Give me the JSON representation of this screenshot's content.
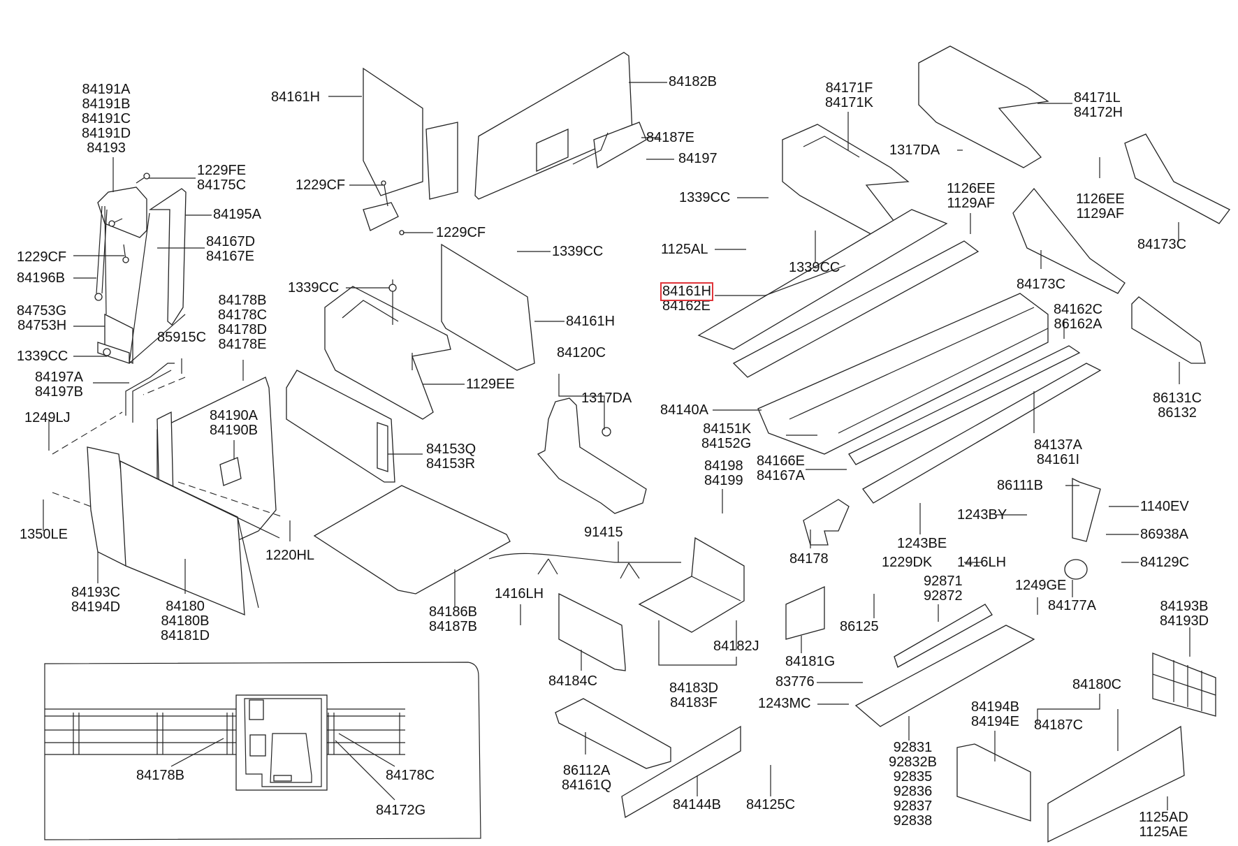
{
  "diagram": {
    "title": "Floor / tunnel & console parts exploded view",
    "highlight_color": "#e0343a",
    "highlighted_part": "84161H",
    "callouts": [
      {
        "id": "c1",
        "lines": [
          "84191A",
          "84191B",
          "84191C",
          "84191D",
          "84193"
        ]
      },
      {
        "id": "c2",
        "lines": [
          "1229FE",
          "84175C"
        ]
      },
      {
        "id": "c3",
        "lines": [
          "84195A"
        ]
      },
      {
        "id": "c4",
        "lines": [
          "84167D",
          "84167E"
        ]
      },
      {
        "id": "c5",
        "lines": [
          "1229CF"
        ]
      },
      {
        "id": "c6",
        "lines": [
          "84196B"
        ]
      },
      {
        "id": "c7",
        "lines": [
          "84753G",
          "84753H"
        ]
      },
      {
        "id": "c8",
        "lines": [
          "1339CC"
        ]
      },
      {
        "id": "c9",
        "lines": [
          "85915C"
        ]
      },
      {
        "id": "c10",
        "lines": [
          "84178B",
          "84178C",
          "84178D",
          "84178E"
        ]
      },
      {
        "id": "c11",
        "lines": [
          "84197A",
          "84197B"
        ]
      },
      {
        "id": "c12",
        "lines": [
          "1249LJ"
        ]
      },
      {
        "id": "c13",
        "lines": [
          "84190A",
          "84190B"
        ]
      },
      {
        "id": "c14",
        "lines": [
          "1350LE"
        ]
      },
      {
        "id": "c15",
        "lines": [
          "1220HL"
        ]
      },
      {
        "id": "c16",
        "lines": [
          "84193C",
          "84194D"
        ]
      },
      {
        "id": "c17",
        "lines": [
          "84180",
          "84180B",
          "84181D"
        ]
      },
      {
        "id": "c18",
        "lines": [
          "84161H"
        ]
      },
      {
        "id": "c19",
        "lines": [
          "84182B"
        ]
      },
      {
        "id": "c20",
        "lines": [
          "84187E"
        ]
      },
      {
        "id": "c21",
        "lines": [
          "84197"
        ]
      },
      {
        "id": "c22",
        "lines": [
          "1229CF"
        ]
      },
      {
        "id": "c23",
        "lines": [
          "1229CF"
        ]
      },
      {
        "id": "c24",
        "lines": [
          "1339CC"
        ]
      },
      {
        "id": "c25",
        "lines": [
          "1339CC"
        ]
      },
      {
        "id": "c26",
        "lines": [
          "84161H"
        ]
      },
      {
        "id": "c27",
        "lines": [
          "1129EE"
        ]
      },
      {
        "id": "c28",
        "lines": [
          "84120C"
        ]
      },
      {
        "id": "c29",
        "lines": [
          "1317DA"
        ]
      },
      {
        "id": "c30",
        "lines": [
          "84153Q",
          "84153R"
        ]
      },
      {
        "id": "c31",
        "lines": [
          "84186B",
          "84187B"
        ]
      },
      {
        "id": "c32",
        "lines": [
          "91415"
        ]
      },
      {
        "id": "c33",
        "lines": [
          "1416LH"
        ]
      },
      {
        "id": "c34",
        "lines": [
          "84184C"
        ]
      },
      {
        "id": "c35",
        "lines": [
          "84182J"
        ]
      },
      {
        "id": "c36",
        "lines": [
          "84183D",
          "84183F"
        ]
      },
      {
        "id": "c37",
        "lines": [
          "86112A",
          "84161Q"
        ]
      },
      {
        "id": "c38",
        "lines": [
          "84144B"
        ]
      },
      {
        "id": "c39",
        "lines": [
          "84125C"
        ]
      },
      {
        "id": "c40",
        "lines": [
          "84171F",
          "84171K"
        ]
      },
      {
        "id": "c41",
        "lines": [
          "1317DA"
        ]
      },
      {
        "id": "c42",
        "lines": [
          "84171L",
          "84172H"
        ]
      },
      {
        "id": "c43",
        "lines": [
          "1339CC"
        ]
      },
      {
        "id": "c44",
        "lines": [
          "1126EE",
          "1129AF"
        ]
      },
      {
        "id": "c45",
        "lines": [
          "1126EE",
          "1129AF"
        ]
      },
      {
        "id": "c46",
        "lines": [
          "1125AL"
        ]
      },
      {
        "id": "c47",
        "lines": [
          "1339CC"
        ]
      },
      {
        "id": "c48",
        "lines": [
          "84161H",
          "84162E"
        ]
      },
      {
        "id": "c49",
        "lines": [
          "84173C"
        ]
      },
      {
        "id": "c50",
        "lines": [
          "84173C"
        ]
      },
      {
        "id": "c51",
        "lines": [
          "84162C",
          "86162A"
        ]
      },
      {
        "id": "c52",
        "lines": [
          "86131C",
          "86132"
        ]
      },
      {
        "id": "c53",
        "lines": [
          "84140A"
        ]
      },
      {
        "id": "c54",
        "lines": [
          "84151K",
          "84152G"
        ]
      },
      {
        "id": "c55",
        "lines": [
          "84198",
          "84199"
        ]
      },
      {
        "id": "c56",
        "lines": [
          "84166E",
          "84167A"
        ]
      },
      {
        "id": "c57",
        "lines": [
          "84137A",
          "84161I"
        ]
      },
      {
        "id": "c58",
        "lines": [
          "86111B"
        ]
      },
      {
        "id": "c59",
        "lines": [
          "1140EV"
        ]
      },
      {
        "id": "c60",
        "lines": [
          "1243BY"
        ]
      },
      {
        "id": "c61",
        "lines": [
          "86938A"
        ]
      },
      {
        "id": "c62",
        "lines": [
          "1243BE"
        ]
      },
      {
        "id": "c63",
        "lines": [
          "84178"
        ]
      },
      {
        "id": "c64",
        "lines": [
          "1229DK"
        ]
      },
      {
        "id": "c65",
        "lines": [
          "1416LH"
        ]
      },
      {
        "id": "c66",
        "lines": [
          "84129C"
        ]
      },
      {
        "id": "c67",
        "lines": [
          "92871",
          "92872"
        ]
      },
      {
        "id": "c68",
        "lines": [
          "1249GE"
        ]
      },
      {
        "id": "c69",
        "lines": [
          "84177A"
        ]
      },
      {
        "id": "c70",
        "lines": [
          "86125"
        ]
      },
      {
        "id": "c71",
        "lines": [
          "84181G"
        ]
      },
      {
        "id": "c72",
        "lines": [
          "83776"
        ]
      },
      {
        "id": "c73",
        "lines": [
          "1243MC"
        ]
      },
      {
        "id": "c74",
        "lines": [
          "92831",
          "92832B",
          "92835",
          "92836",
          "92837",
          "92838"
        ]
      },
      {
        "id": "c75",
        "lines": [
          "84194B",
          "84194E"
        ]
      },
      {
        "id": "c76",
        "lines": [
          "84180C"
        ]
      },
      {
        "id": "c77",
        "lines": [
          "84187C"
        ]
      },
      {
        "id": "c78",
        "lines": [
          "84193B",
          "84193D"
        ]
      },
      {
        "id": "c79",
        "lines": [
          "1125AD",
          "1125AE"
        ]
      }
    ],
    "inset": {
      "callouts": [
        {
          "id": "i1",
          "lines": [
            "84178B"
          ]
        },
        {
          "id": "i2",
          "lines": [
            "84178C"
          ]
        },
        {
          "id": "i3",
          "lines": [
            "84172G"
          ]
        }
      ]
    }
  }
}
